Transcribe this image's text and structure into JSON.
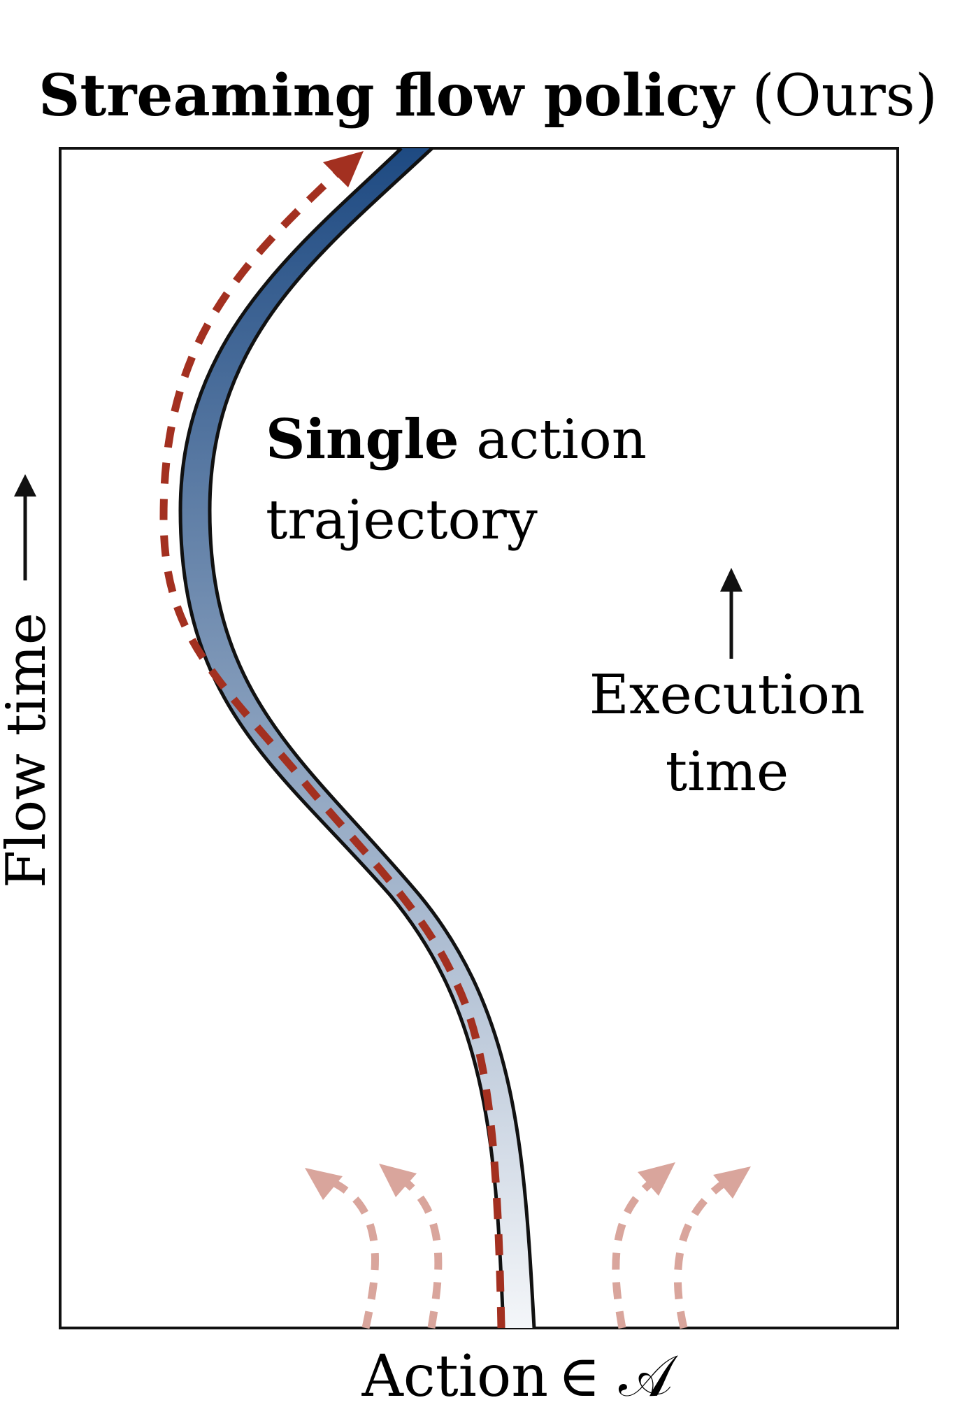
{
  "title": {
    "bold": "Streaming flow policy",
    "suffix": " (Ours)"
  },
  "labels": {
    "trajectory_bold": "Single",
    "trajectory_rest": " action",
    "trajectory_line2": "trajectory",
    "execution_line1": "Execution",
    "execution_line2": "time",
    "flow_axis": "Flow time",
    "action_axis_text": "Action",
    "action_axis_set": "∈ 𝒜"
  },
  "colors": {
    "trajectory_top": "#1e4a82",
    "trajectory_bottom": "#f4f6f9",
    "flow_arrow": "#a33020",
    "faint_arrow": "#d9a59c",
    "outline": "#111111"
  }
}
